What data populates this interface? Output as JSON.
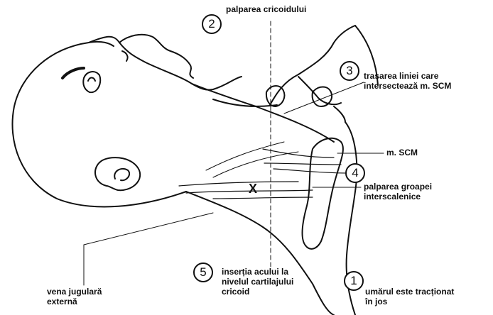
{
  "steps": [
    {
      "number": "1",
      "text": "umărul este tracționat",
      "text2": "în jos"
    },
    {
      "number": "2",
      "text": "palparea cricoidului"
    },
    {
      "number": "3",
      "text": "trasarea liniei care",
      "text2": "intersectează m. SCM"
    },
    {
      "number": "4",
      "text": "palparea groapei",
      "text2": "interscalenice"
    },
    {
      "number": "5",
      "text": "inserția acului la",
      "text2": "nivelul cartilajului",
      "text3": "cricoid"
    }
  ],
  "labels": {
    "scm": "m. SCM",
    "vena_line1": "vena jugulară",
    "vena_line2": "externă",
    "insertion_mark": "X"
  },
  "colors": {
    "ink": "#111111",
    "paper": "#ffffff"
  }
}
